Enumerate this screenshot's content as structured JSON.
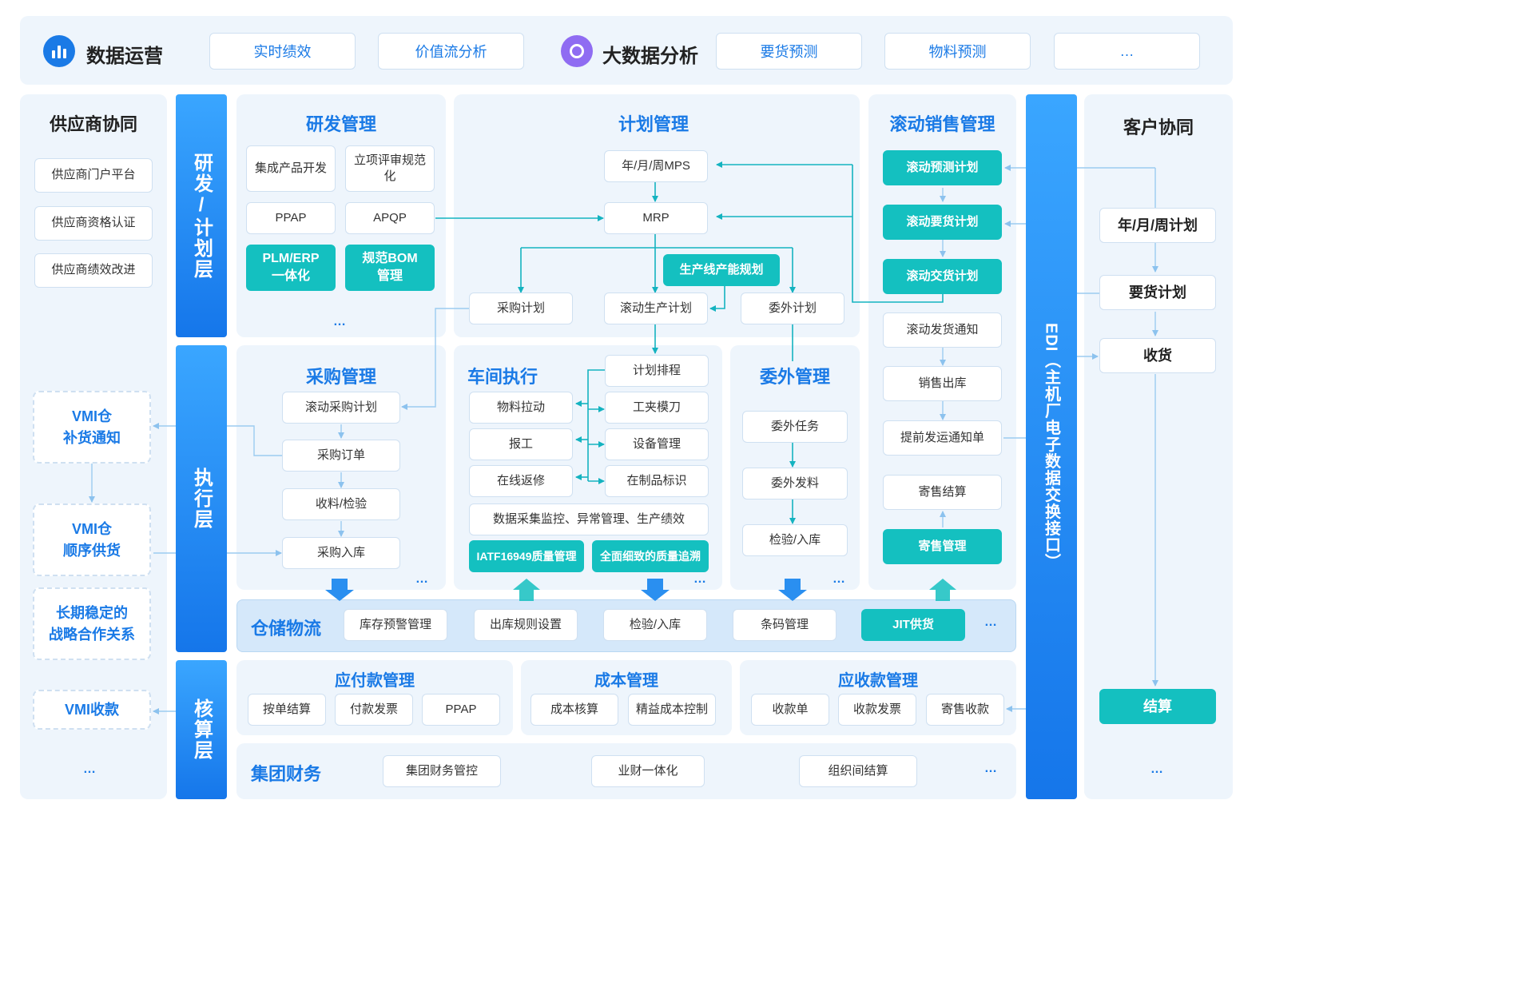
{
  "top_bar": {
    "data_ops_label": "数据运营",
    "items_left": [
      "实时绩效",
      "价值流分析"
    ],
    "big_data_label": "大数据分析",
    "items_right": [
      "要货预测",
      "物料预测",
      "…"
    ]
  },
  "layers": {
    "rd_plan": "研发/计划层",
    "exec": "执行层",
    "accounting": "核算层",
    "edi": "EDI（主机厂电子数据交换接口）"
  },
  "supplier": {
    "title": "供应商协同",
    "items": [
      "供应商门户平台",
      "供应商资格认证",
      "供应商绩效改进"
    ],
    "dashed": [
      "VMI仓\n补货通知",
      "VMI仓\n顺序供货",
      "长期稳定的\n战略合作关系",
      "VMI收款"
    ],
    "more": "…"
  },
  "rd": {
    "title": "研发管理",
    "items": [
      "集成产品开发",
      "立项评审规范化",
      "PPAP",
      "APQP"
    ],
    "teal": [
      "PLM/ERP\n一体化",
      "规范BOM\n管理"
    ],
    "more": "…"
  },
  "plan": {
    "title": "计划管理",
    "mps": "年/月/周MPS",
    "mrp": "MRP",
    "capacity": "生产线产能规划",
    "purchase_plan": "采购计划",
    "rolling_prod": "滚动生产计划",
    "outsource_plan": "委外计划"
  },
  "sales": {
    "title": "滚动销售管理",
    "teal": [
      "滚动预测计划",
      "滚动要货计划",
      "滚动交货计划"
    ],
    "items": [
      "滚动发货通知",
      "销售出库",
      "提前发运通知单",
      "寄售结算"
    ],
    "consign": "寄售管理"
  },
  "customer": {
    "title": "客户协同",
    "items": [
      "年/月/周计划",
      "要货计划",
      "收货"
    ],
    "settle": "结算",
    "more": "…"
  },
  "purchase": {
    "title": "采购管理",
    "items": [
      "滚动采购计划",
      "采购订单",
      "收料/检验",
      "采购入库"
    ],
    "more": "…"
  },
  "workshop": {
    "title": "车间执行",
    "left": [
      "物料拉动",
      "报工",
      "在线返修"
    ],
    "right": [
      "计划排程",
      "工夹模刀",
      "设备管理",
      "在制品标识"
    ],
    "monitor": "数据采集监控、异常管理、生产绩效",
    "teal": [
      "IATF16949质量管理",
      "全面细致的质量追溯"
    ],
    "more": "…"
  },
  "outsource": {
    "title": "委外管理",
    "items": [
      "委外任务",
      "委外发料",
      "检验/入库"
    ],
    "more": "…"
  },
  "warehouse": {
    "title": "仓储物流",
    "items": [
      "库存预警管理",
      "出库规则设置",
      "检验/入库",
      "条码管理"
    ],
    "jit": "JIT供货",
    "more": "…"
  },
  "ap": {
    "title": "应付款管理",
    "items": [
      "按单结算",
      "付款发票",
      "PPAP"
    ]
  },
  "cost": {
    "title": "成本管理",
    "items": [
      "成本核算",
      "精益成本控制"
    ]
  },
  "ar": {
    "title": "应收款管理",
    "items": [
      "收款单",
      "收款发票",
      "寄售收款"
    ]
  },
  "finance": {
    "title": "集团财务",
    "items": [
      "集团财务管控",
      "业财一体化",
      "组织间结算"
    ],
    "more": "…"
  },
  "colors": {
    "blue": "#1a7ae6",
    "teal": "#14c0c0",
    "panel": "#eef5fc",
    "line": "#9ccbf0"
  }
}
